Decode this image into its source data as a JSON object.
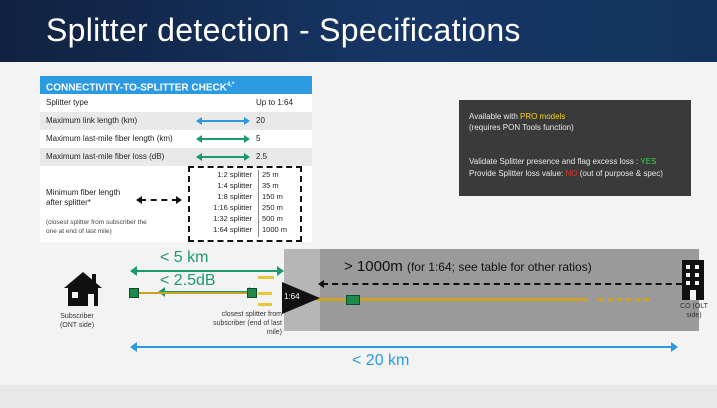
{
  "slide": {
    "title": "Splitter detection - Specifications"
  },
  "spec_table": {
    "heading": "CONNECTIVITY-TO-SPLITTER CHECK",
    "heading_sup": "4,*",
    "rows": [
      {
        "label": "Splitter type",
        "value": "Up to 1:64"
      },
      {
        "label": "Maximum link length (km)",
        "value": "20"
      },
      {
        "label": "Maximum last-mile fiber length (km)",
        "value": "5"
      },
      {
        "label": "Maximum last-mile fiber loss (dB)",
        "value": "2.5"
      }
    ],
    "min_length_label": "Minimum fiber length after splitter*",
    "min_length_note": "(closest splitter from subscriber the one at end of last mile)",
    "ratios": [
      {
        "ratio": "1:2 splitter",
        "length": "25 m"
      },
      {
        "ratio": "1:4 splitter",
        "length": "35 m"
      },
      {
        "ratio": "1:8 splitter",
        "length": "150 m"
      },
      {
        "ratio": "1:16 splitter",
        "length": "250 m"
      },
      {
        "ratio": "1:32 splitter",
        "length": "500 m"
      },
      {
        "ratio": "1:64 splitter",
        "length": "1000 m"
      }
    ]
  },
  "pro_box": {
    "line1_prefix": "Available with ",
    "line1_highlight": "PRO models",
    "line2": "(requires PON Tools function)",
    "line3_prefix": "Validate Splitter presence and flag excess loss : ",
    "line3_flag": "YES",
    "line4_prefix": "Provide Splitter loss value: ",
    "line4_flag": "NO",
    "line4_suffix": " (out of purpose & spec)"
  },
  "diagram": {
    "last_mile_length": "< 5 km",
    "last_mile_loss": "< 2.5dB",
    "min_after_splitter": "> 1000m",
    "min_after_splitter_note": "(for 1:64; see table for other ratios)",
    "splitter_label": "1:64",
    "subscriber_label": "Subscriber (ONT side)",
    "closest_splitter_label": "closest splitter from subscriber (end of last mile)",
    "co_label": "CO (OLT side)",
    "total_length": "< 20 km"
  },
  "colors": {
    "header_bg": "#163565",
    "table_head": "#2c9ae0",
    "green": "#1d9a6a",
    "fiber": "#c9a227",
    "pro_box_bg": "#3a3a3a"
  }
}
